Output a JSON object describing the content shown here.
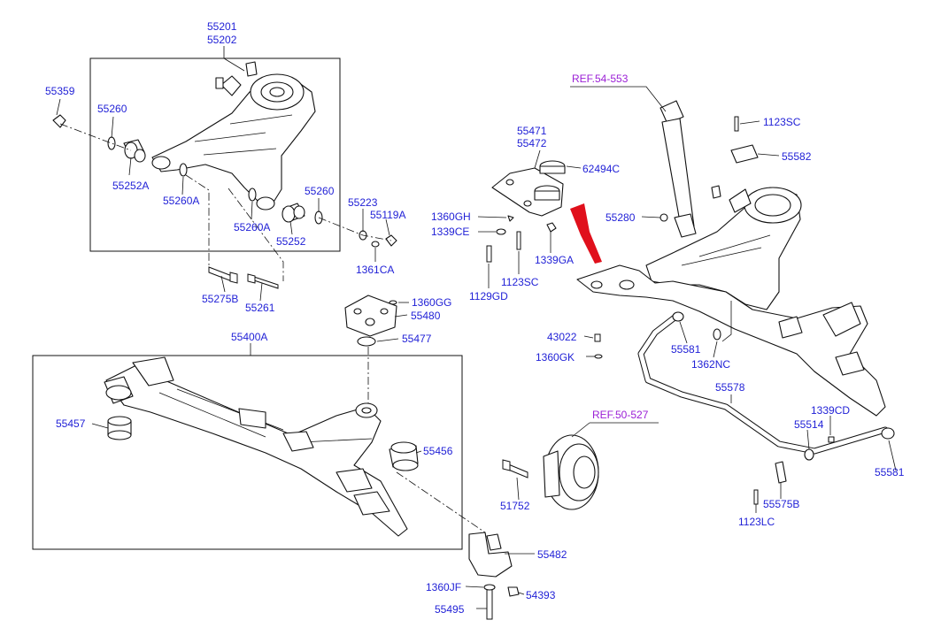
{
  "labels": {
    "l55201": "55201",
    "l55202": "55202",
    "l55359": "55359",
    "l55260a": "55260",
    "l55252A": "55252A",
    "l55260A1": "55260A",
    "l55260b": "55260",
    "l55260A2": "55260A",
    "l55252": "55252",
    "l55223": "55223",
    "l55119A": "55119A",
    "l1361CA": "1361CA",
    "l55275B": "55275B",
    "l55261": "55261",
    "l55400A": "55400A",
    "l55457": "55457",
    "l55456": "55456",
    "l55477": "55477",
    "l55480": "55480",
    "l1360GG": "1360GG",
    "l55471": "55471",
    "l55472": "55472",
    "l62494C": "62494C",
    "l1360GH": "1360GH",
    "l1339CE": "1339CE",
    "l1339GA": "1339GA",
    "l1123SC1": "1123SC",
    "l1129GD": "1129GD",
    "l55280": "55280",
    "l1123SC2": "1123SC",
    "l55582": "55582",
    "l43022": "43022",
    "l1360GK": "1360GK",
    "l55581a": "55581",
    "l1362NC": "1362NC",
    "l55578": "55578",
    "l1339CD": "1339CD",
    "l55514": "55514",
    "l55581b": "55581",
    "l55575B": "55575B",
    "l1123LC": "1123LC",
    "l51752": "51752",
    "l55482": "55482",
    "l1360JF": "1360JF",
    "l54393": "54393",
    "l55495": "55495"
  },
  "refs": {
    "r54553": "REF.54-553",
    "r50527": "REF.50-527"
  },
  "colors": {
    "label": "#1f1fd6",
    "reference": "#9b1fd6",
    "line": "#111111",
    "accent_arrow": "#e0101c"
  }
}
